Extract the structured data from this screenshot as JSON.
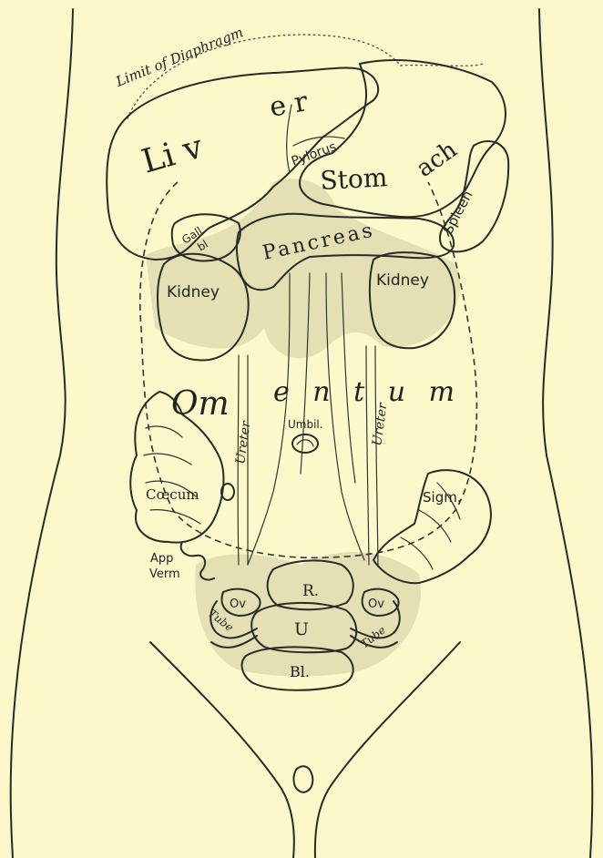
{
  "labels": {
    "diaphragm": "Limit of Diaphragm",
    "liver_a": "Li v",
    "liver_b": "e r",
    "pylorus": "Pylorus",
    "stomach_a": "Stom",
    "stomach_b": "ach",
    "spleen": "Spleen",
    "gall": "Gall",
    "gall_bl": "bl",
    "pancreas": "Pancreas",
    "kidney_left": "Kidney",
    "kidney_right": "Kidney",
    "omentum_a": "Om",
    "omentum_b": "e n t u m",
    "ureter_left": "Ureter",
    "ureter_right": "Ureter",
    "umbil": "Umbil.",
    "caecum": "Cœcum",
    "sigm": "Sigm.",
    "app": "App",
    "verm": "Verm",
    "r": "R.",
    "ov_left": "Ov",
    "ov_right": "Ov",
    "u": "U",
    "tube_left": "Tube",
    "tube_right": "Tube",
    "bl": "Bl."
  }
}
